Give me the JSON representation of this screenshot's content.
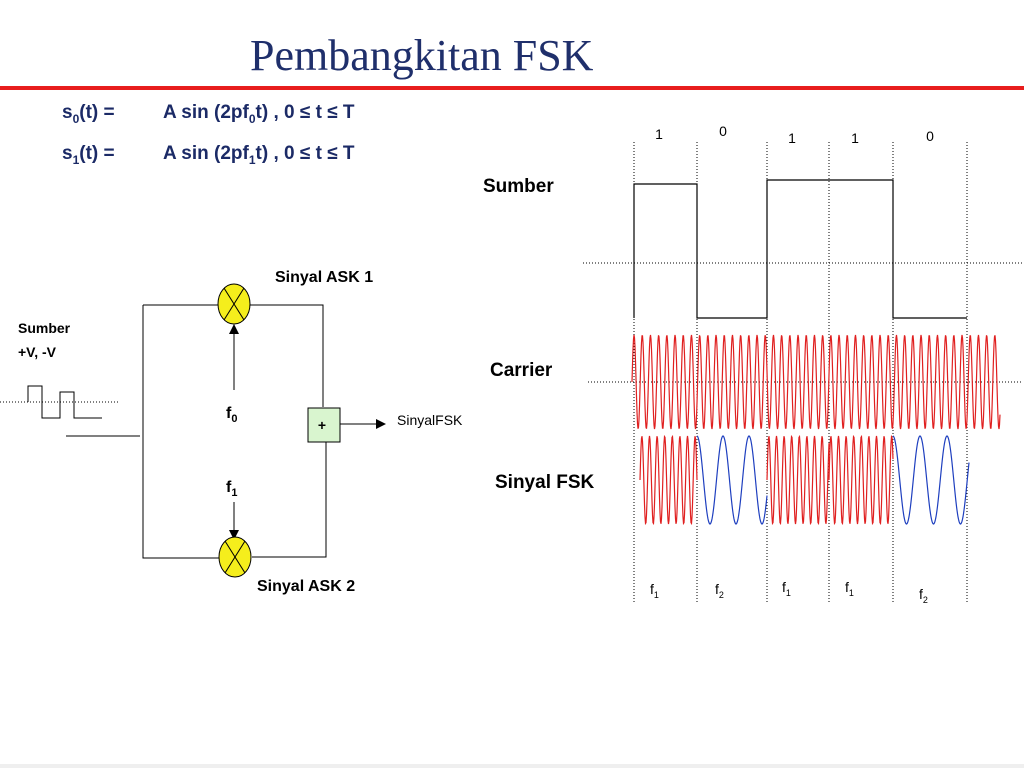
{
  "title": "Pembangkitan FSK",
  "equations": [
    {
      "lhs": {
        "sym": "s",
        "sub": "0",
        "rest": "(t)  ="
      },
      "rhs": {
        "pre": "A  sin (2pf",
        "sub": "0",
        "post": "t) ,   0 ≤ t ≤ T"
      }
    },
    {
      "lhs": {
        "sym": "s",
        "sub": "1",
        "rest": "(t)  ="
      },
      "rhs": {
        "pre": "A  sin (2pf",
        "sub": "1",
        "post": "t) ,   0 ≤ t ≤ T"
      }
    }
  ],
  "block_diagram": {
    "source_label": "Sumber",
    "source_levels": "+V, -V",
    "ask1_label": "Sinyal ASK 1",
    "ask2_label": "Sinyal ASK 2",
    "f0": {
      "sym": "f",
      "sub": "0"
    },
    "f1": {
      "sym": "f",
      "sub": "1"
    },
    "adder_symbol": "+",
    "output_label_a": "Sinyal",
    "output_label_b": "FSK",
    "multiplier_symbol": "X"
  },
  "waveforms": {
    "source_label": "Sumber",
    "carrier_label": "Carrier",
    "fsk_label": "Sinyal FSK",
    "bits": [
      "1",
      "0",
      "1",
      "1",
      "0"
    ],
    "fsk_freqs": [
      {
        "sym": "f",
        "sub": "1"
      },
      {
        "sym": "f",
        "sub": "2"
      },
      {
        "sym": "f",
        "sub": "1"
      },
      {
        "sym": "f",
        "sub": "1"
      },
      {
        "sym": "f",
        "sub": "2"
      }
    ]
  },
  "colors": {
    "title": "#1f2f6b",
    "title_rule": "#e81d1d",
    "equations": "#1b2a66",
    "carrier": "#e02020",
    "low_freq": "#1e3fbf",
    "multiplier_fill": "#f5ee1c",
    "adder_fill": "#d9f5cf"
  }
}
